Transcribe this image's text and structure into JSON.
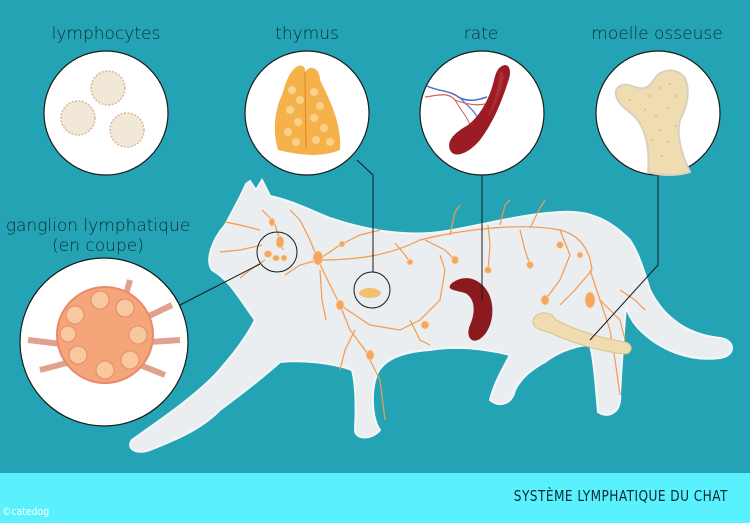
{
  "diagram": {
    "title": "SYSTÈME LYMPHATIQUE DU CHAT",
    "credit": "©catedog",
    "labels": {
      "lymphocytes": "lymphocytes",
      "thymus": "thymus",
      "rate": "rate",
      "moelle_osseuse": "moelle osseuse",
      "ganglion_line1": "ganglion lymphatique",
      "ganglion_line2": "(en coupe)"
    },
    "colors": {
      "background": "#23a3b3",
      "footer": "#59f1fe",
      "cat_silhouette": "#eaeef1",
      "lymph_vessels": "#f59a4c",
      "spleen": "#8b1a1f",
      "bone": "#efdcb0",
      "thymus": "#f5b24a",
      "label_text": "#0d2d35"
    }
  }
}
